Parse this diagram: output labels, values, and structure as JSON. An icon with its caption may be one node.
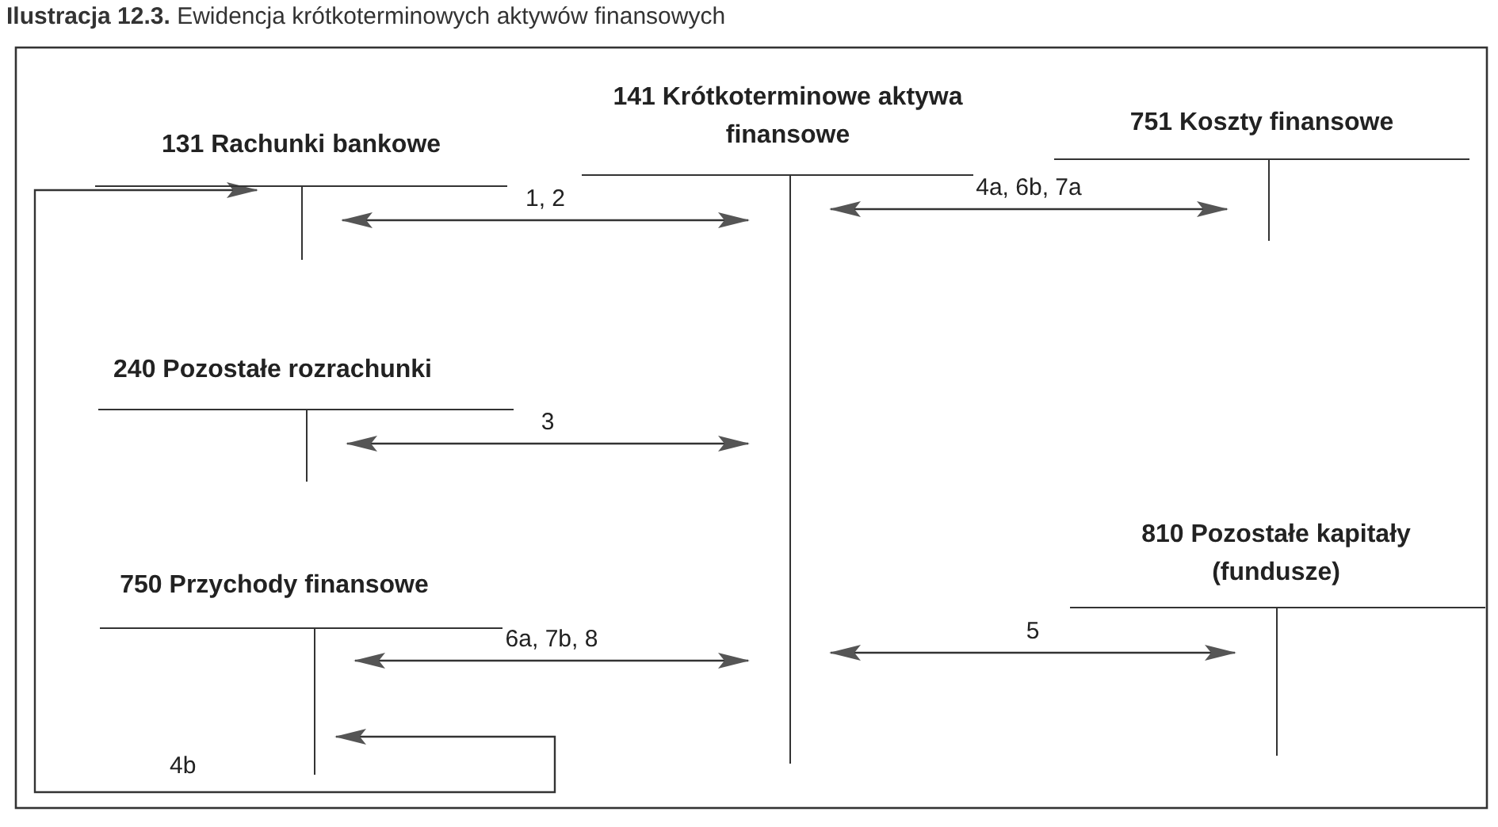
{
  "diagram": {
    "title": "**Ilustracja 12.3.** Ewidencja krótkoterminowych aktywów finansowych",
    "nodes": [
      {
        "text": [
          "131 Rachunki bankowe"
        ]
      },
      {
        "text": [
          "141 Krótkoterminowe aktywa finansowe"
        ]
      },
      {
        "text": [
          "751 Koszty finansowe"
        ]
      },
      {
        "text": [
          "240 Pozostałe rozrachunki"
        ]
      },
      {
        "text": [
          "810 Pozostałe kapitały (fundusze)"
        ]
      },
      {
        "text": [
          "750 Przychody finansowe"
        ]
      }
    ],
    "edges": [
      {
        "from": 0,
        "to": 1,
        "arrow": "both",
        "label": "1, 2"
      },
      {
        "from": 1,
        "to": 2,
        "arrow": "both",
        "label": "4a, 6b, 7a"
      },
      {
        "from": 3,
        "to": 1,
        "arrow": "both",
        "label": "3"
      },
      {
        "from": 5,
        "to": 1,
        "arrow": "both",
        "label": "6a, 7b, 8"
      },
      {
        "from": 1,
        "to": 4,
        "arrow": "both",
        "label": "5"
      },
      {
        "from": 5,
        "to": 0,
        "arrow": "both",
        "label": "4b"
      }
    ]
  }
}
